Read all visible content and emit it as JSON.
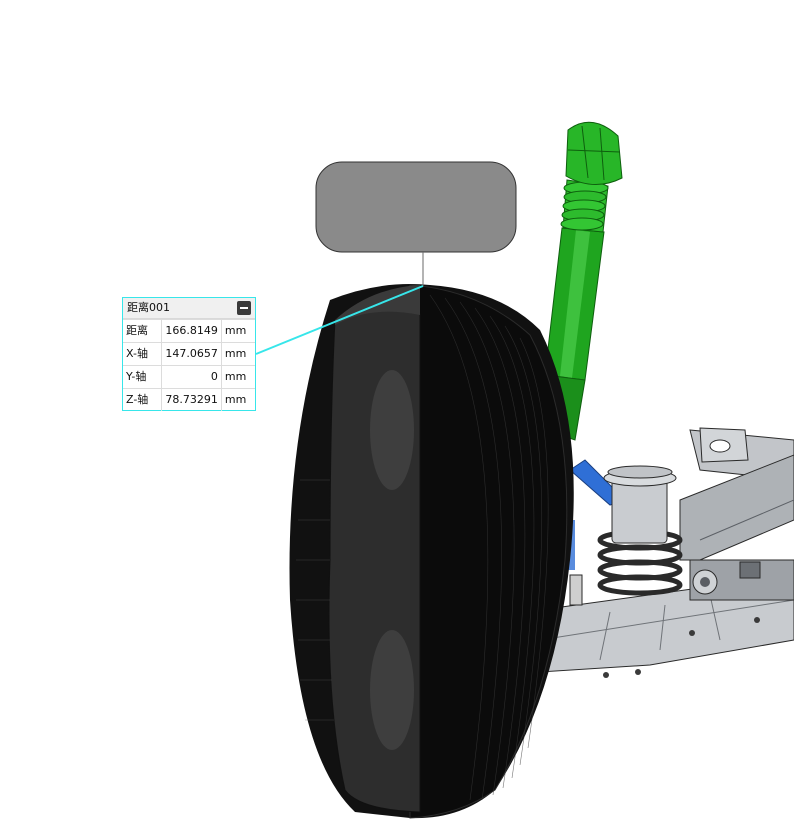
{
  "measurement": {
    "title": "距离001",
    "rows": [
      {
        "label": "距离",
        "value": "166.8149",
        "unit": "mm"
      },
      {
        "label": "X-轴",
        "value": "147.0657",
        "unit": "mm"
      },
      {
        "label": "Y-轴",
        "value": "0",
        "unit": "mm"
      },
      {
        "label": "Z-轴",
        "value": "78.73291",
        "unit": "mm"
      }
    ],
    "collapse_icon": "minus-square-icon"
  },
  "colors": {
    "leader_line": "#37e6ea",
    "shock_absorber": "#1fa51f",
    "arm_blue": "#2f6fd6",
    "tire": "#1b1b1b",
    "bumper_pad": "#8a8a8a",
    "subframe": "#b9bcc0"
  }
}
